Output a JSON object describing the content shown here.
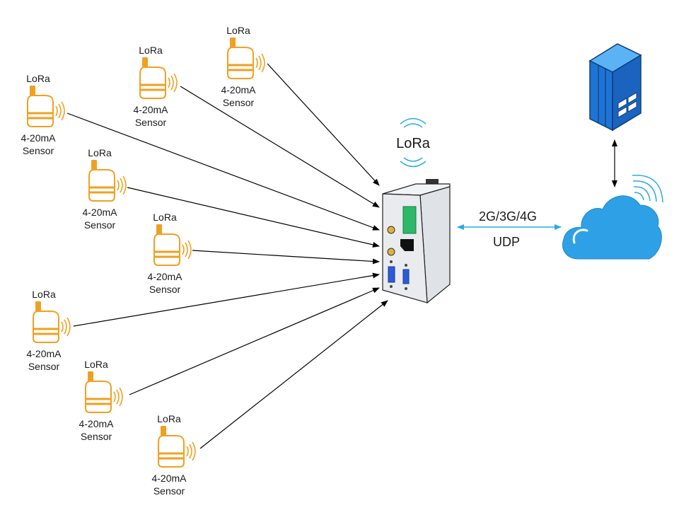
{
  "sensors": [
    {
      "id": "s1",
      "proto": "LoRa",
      "line1": "4-20mA",
      "line2": "Sensor"
    },
    {
      "id": "s2",
      "proto": "LoRa",
      "line1": "4-20mA",
      "line2": "Sensor"
    },
    {
      "id": "s3",
      "proto": "LoRa",
      "line1": "4-20mA",
      "line2": "Sensor"
    },
    {
      "id": "s4",
      "proto": "LoRa",
      "line1": "4-20mA",
      "line2": "Sensor"
    },
    {
      "id": "s5",
      "proto": "LoRa",
      "line1": "4-20mA",
      "line2": "Sensor"
    },
    {
      "id": "s6",
      "proto": "LoRa",
      "line1": "4-20mA",
      "line2": "Sensor"
    },
    {
      "id": "s7",
      "proto": "LoRa",
      "line1": "4-20mA",
      "line2": "Sensor"
    },
    {
      "id": "s8",
      "proto": "LoRa",
      "line1": "4-20mA",
      "line2": "Sensor"
    }
  ],
  "gateway": {
    "radio_label": "LoRa"
  },
  "link": {
    "network_label": "2G/3G/4G",
    "protocol_label": "UDP"
  },
  "colors": {
    "sensor": "#f0a020",
    "link_arrow": "#29abe2",
    "cloud": "#29a3e6",
    "server": "#1e7fd8",
    "gateway_body": "#e8eaee"
  }
}
